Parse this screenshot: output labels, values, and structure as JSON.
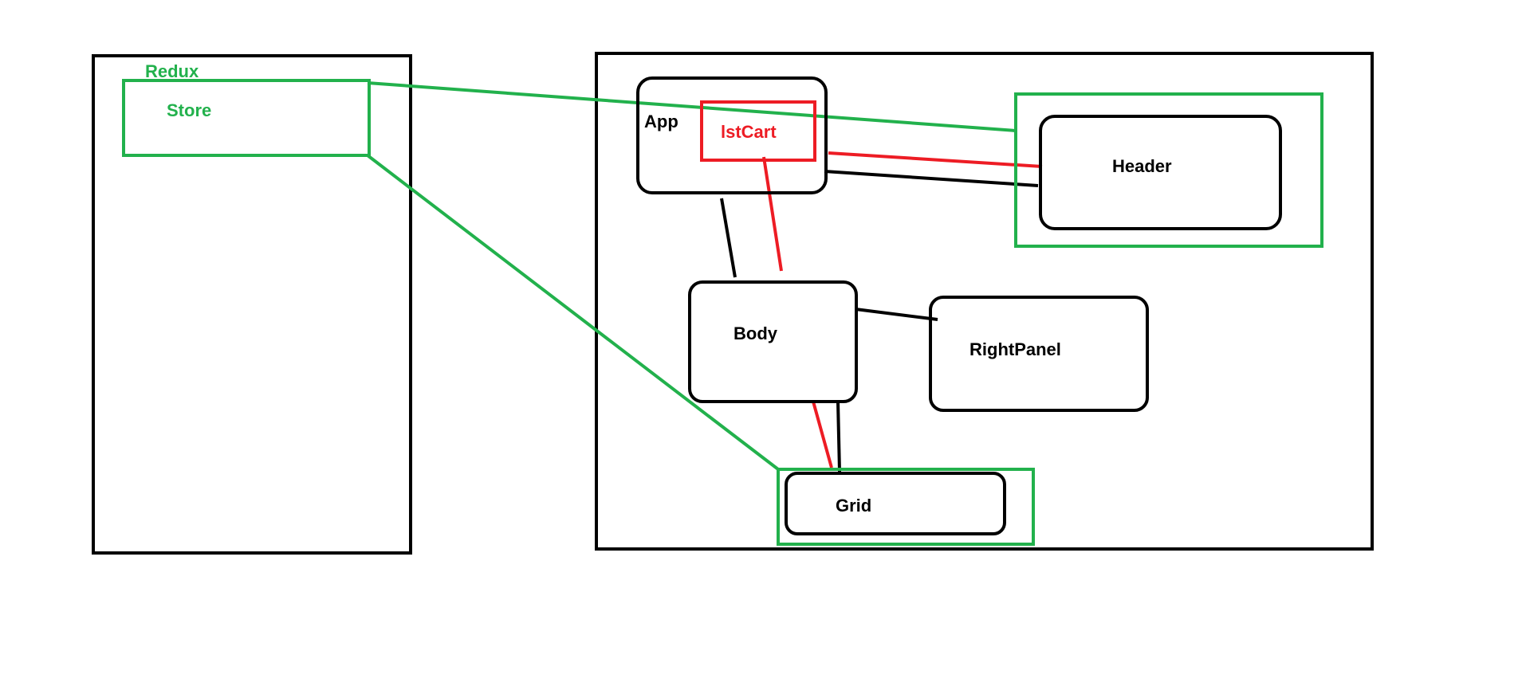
{
  "labels": {
    "redux": "Redux",
    "store": "Store",
    "app": "App",
    "cart": "lstCart",
    "header": "Header",
    "body": "Body",
    "right_panel": "RightPanel",
    "grid": "Grid"
  },
  "colors": {
    "black": "#000000",
    "green": "#22b14c",
    "red": "#ed1c24"
  }
}
